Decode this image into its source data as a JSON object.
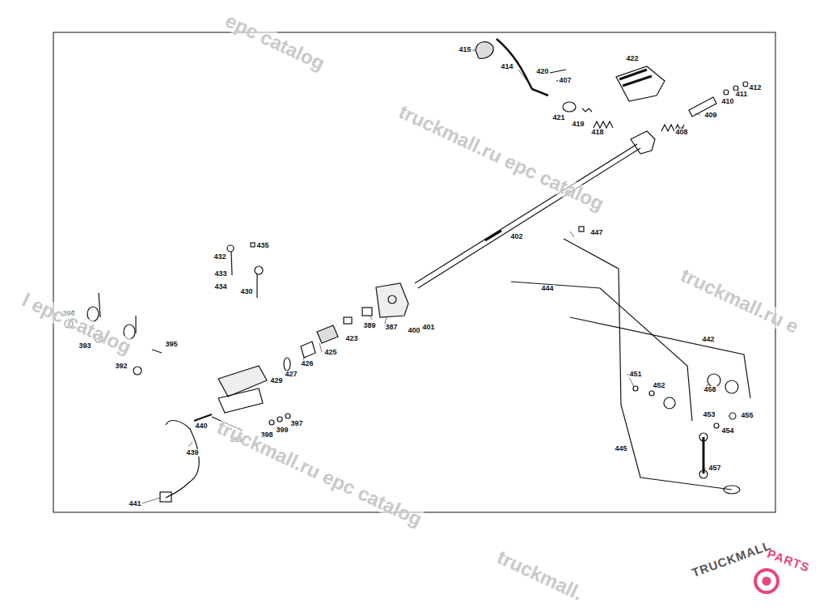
{
  "diagram": {
    "labels": [
      "415",
      "414",
      "420",
      "407",
      "422",
      "412",
      "410",
      "411",
      "409",
      "421",
      "419",
      "418",
      "408",
      "402",
      "447",
      "435",
      "432",
      "433",
      "434",
      "430",
      "444",
      "396",
      "393",
      "389",
      "387",
      "400",
      "401",
      "423",
      "425",
      "442",
      "395",
      "392",
      "426",
      "427",
      "429",
      "451",
      "452",
      "458",
      "453",
      "455",
      "454",
      "440",
      "398",
      "399",
      "397",
      "391",
      "439",
      "445",
      "457",
      "441",
      "epc catalog",
      "truckmall.ru epc catalog",
      "truckmall.ru e",
      "l epc catalog",
      "truckmall.ru epc catalog",
      "truckmall.",
      "TRUCKMALL",
      "PARTS"
    ]
  }
}
